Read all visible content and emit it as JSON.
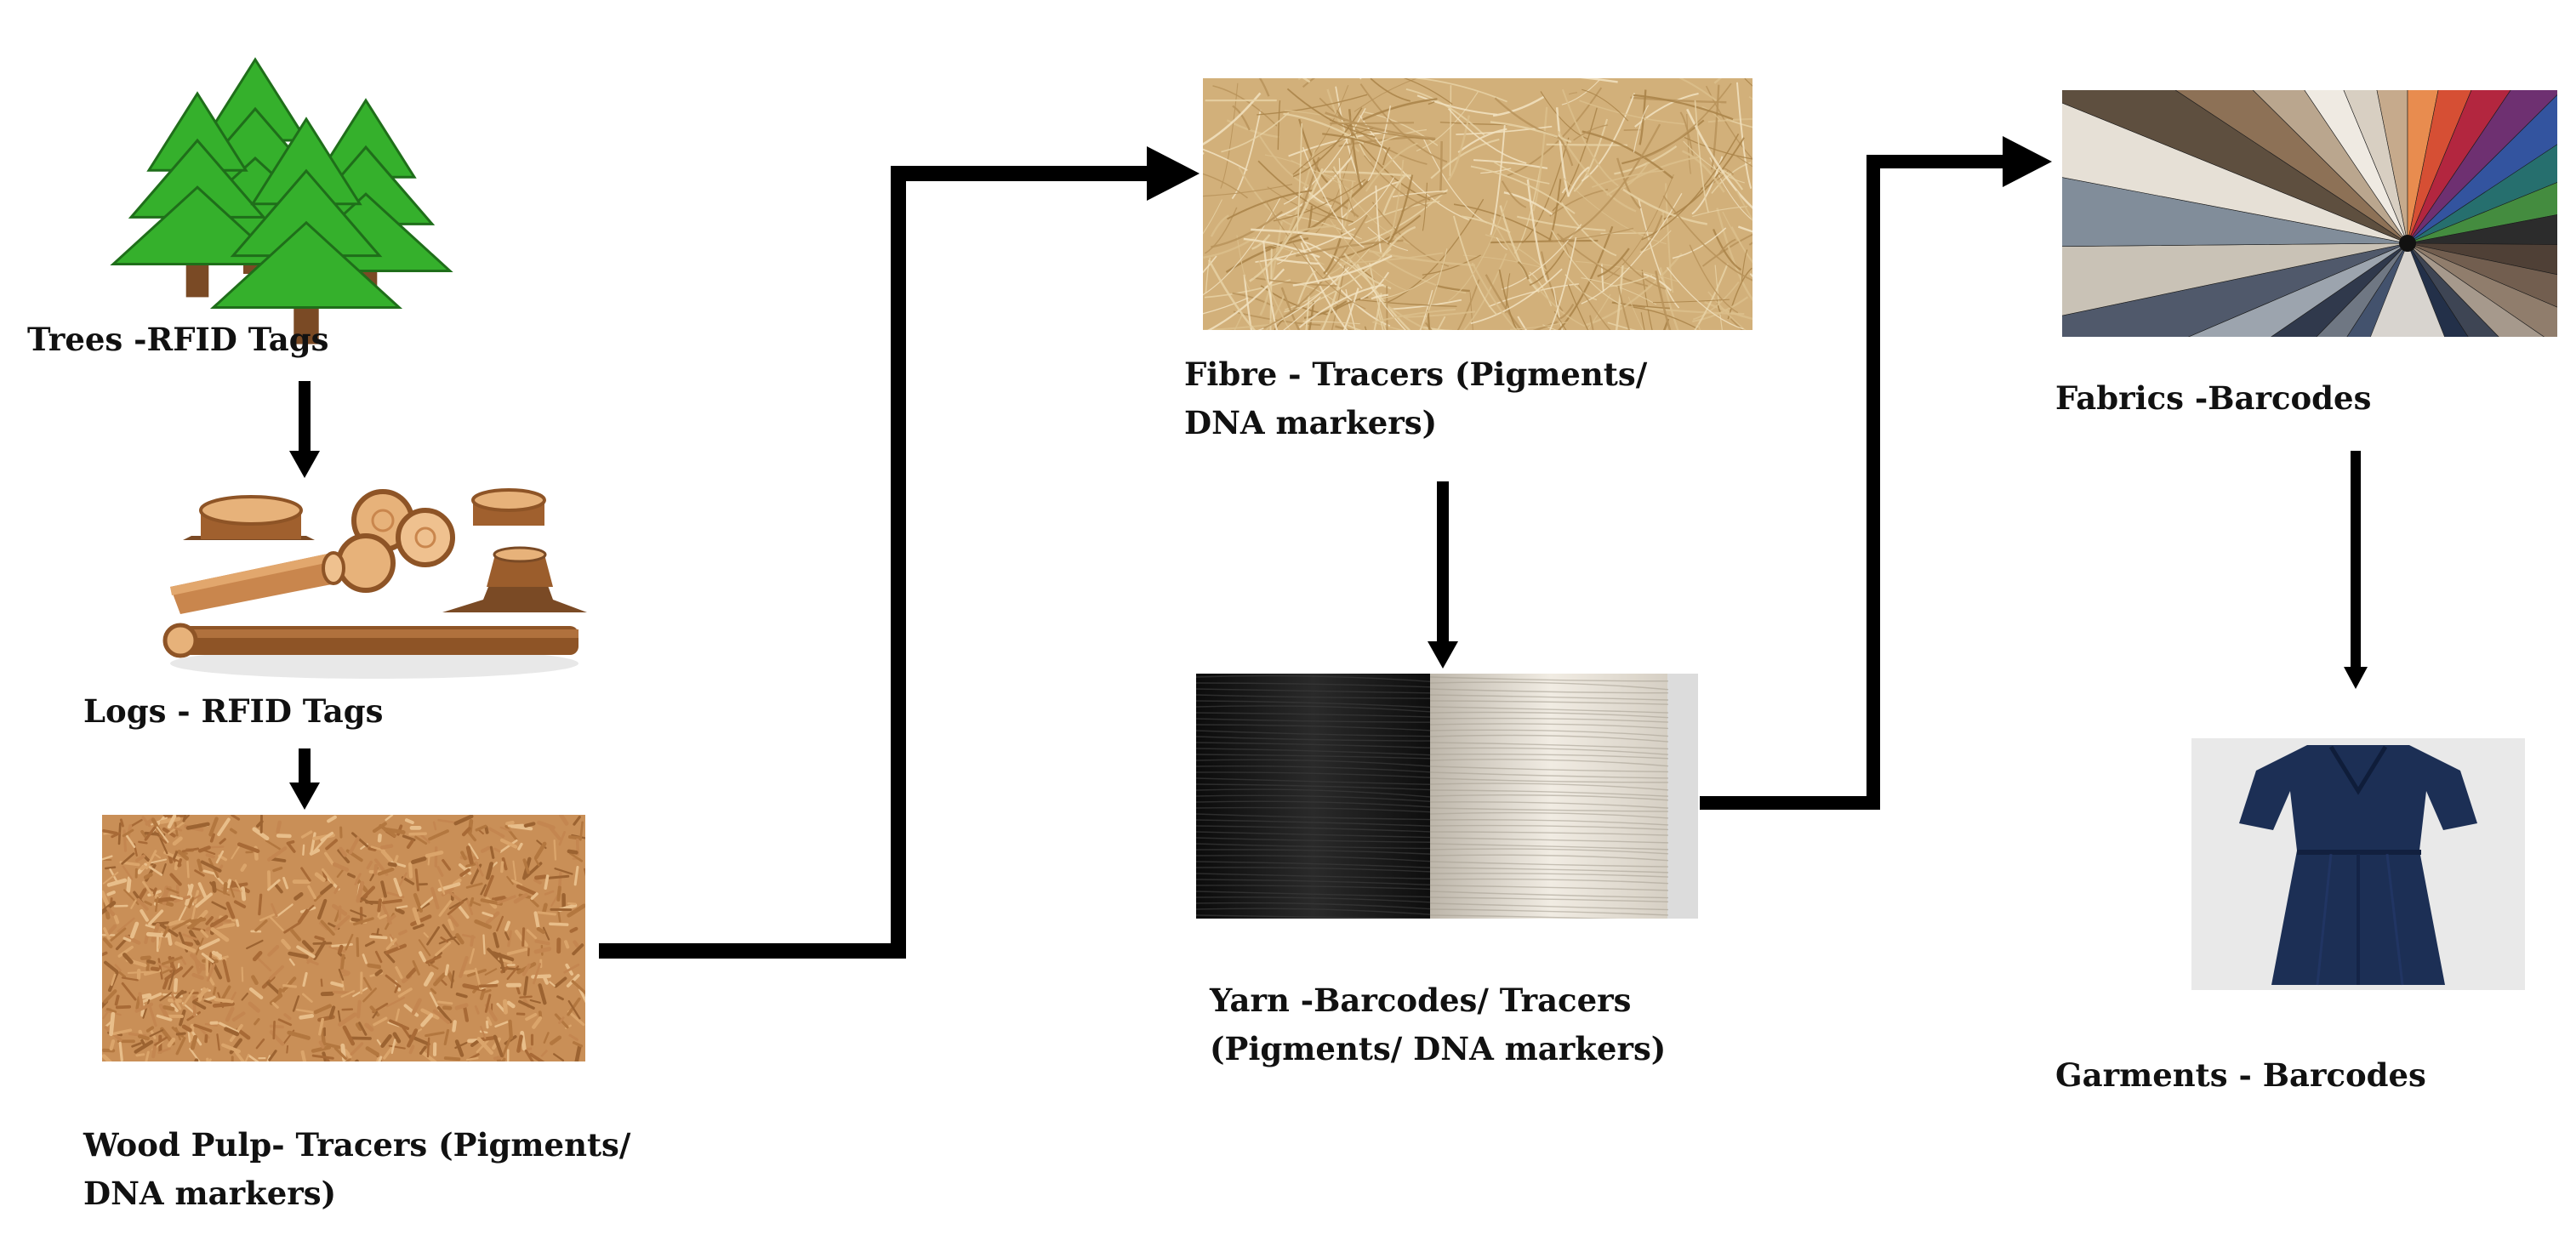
{
  "colors": {
    "arrow": "#000000",
    "tree_green": "#35b02c",
    "tree_dark": "#1f6e1a",
    "trunk": "#7a4a25",
    "wood_light": "#e7b27a",
    "wood_mid": "#c9864d",
    "wood_dark": "#8e5426",
    "pulp_base": "#c98f57",
    "fibre_base": "#d2b07a",
    "yarn_black": "#141414",
    "yarn_white": "#e6e0d5",
    "dress_navy": "#1c2f55",
    "photo_bg": "#e9e9e9"
  },
  "stages": {
    "trees": {
      "icon": "tree-cluster-icon",
      "line1": "Trees -RFID Tags"
    },
    "logs": {
      "icon": "logs-icon",
      "line1": "Logs - RFID Tags"
    },
    "pulp": {
      "icon": "wood-pulp-image",
      "line1": "Wood Pulp- Tracers (Pigments/",
      "line2": "DNA markers)"
    },
    "fibre": {
      "icon": "fibre-image",
      "line1": "Fibre - Tracers (Pigments/",
      "line2": "DNA markers)"
    },
    "yarn": {
      "icon": "yarn-spools-image",
      "line1": "Yarn -Barcodes/ Tracers",
      "line2": "(Pigments/ DNA markers)"
    },
    "fabrics": {
      "icon": "fabric-swatches-image",
      "line1": "Fabrics -Barcodes"
    },
    "garments": {
      "icon": "dress-image",
      "line1": "Garments - Barcodes"
    }
  }
}
